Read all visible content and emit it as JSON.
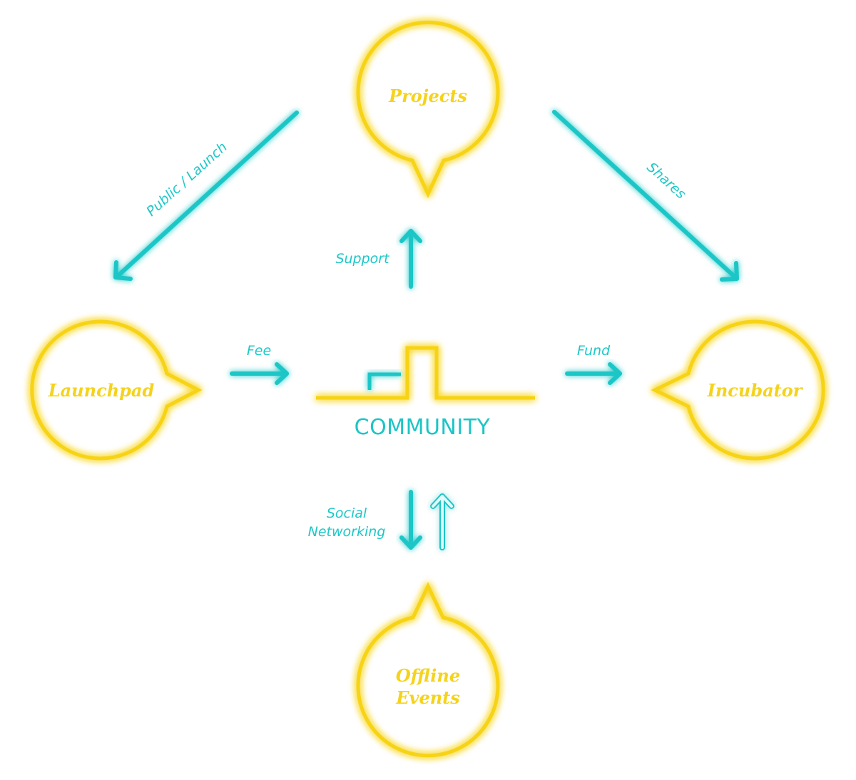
{
  "nodes": {
    "projects": "Projects",
    "launchpad": "Launchpad",
    "incubator": "Incubator",
    "offline_events_line1": "Offline",
    "offline_events_line2": "Events"
  },
  "center": {
    "label": "COMMUNITY"
  },
  "edges": {
    "public_launch": "Public / Launch",
    "shares": "Shares",
    "support": "Support",
    "fee": "Fee",
    "fund": "Fund",
    "social_line1": "Social",
    "social_line2": "Networking"
  },
  "colors": {
    "node_yellow": "#f7d316",
    "arrow_teal": "#1dc6c6",
    "background": "#ffffff"
  }
}
